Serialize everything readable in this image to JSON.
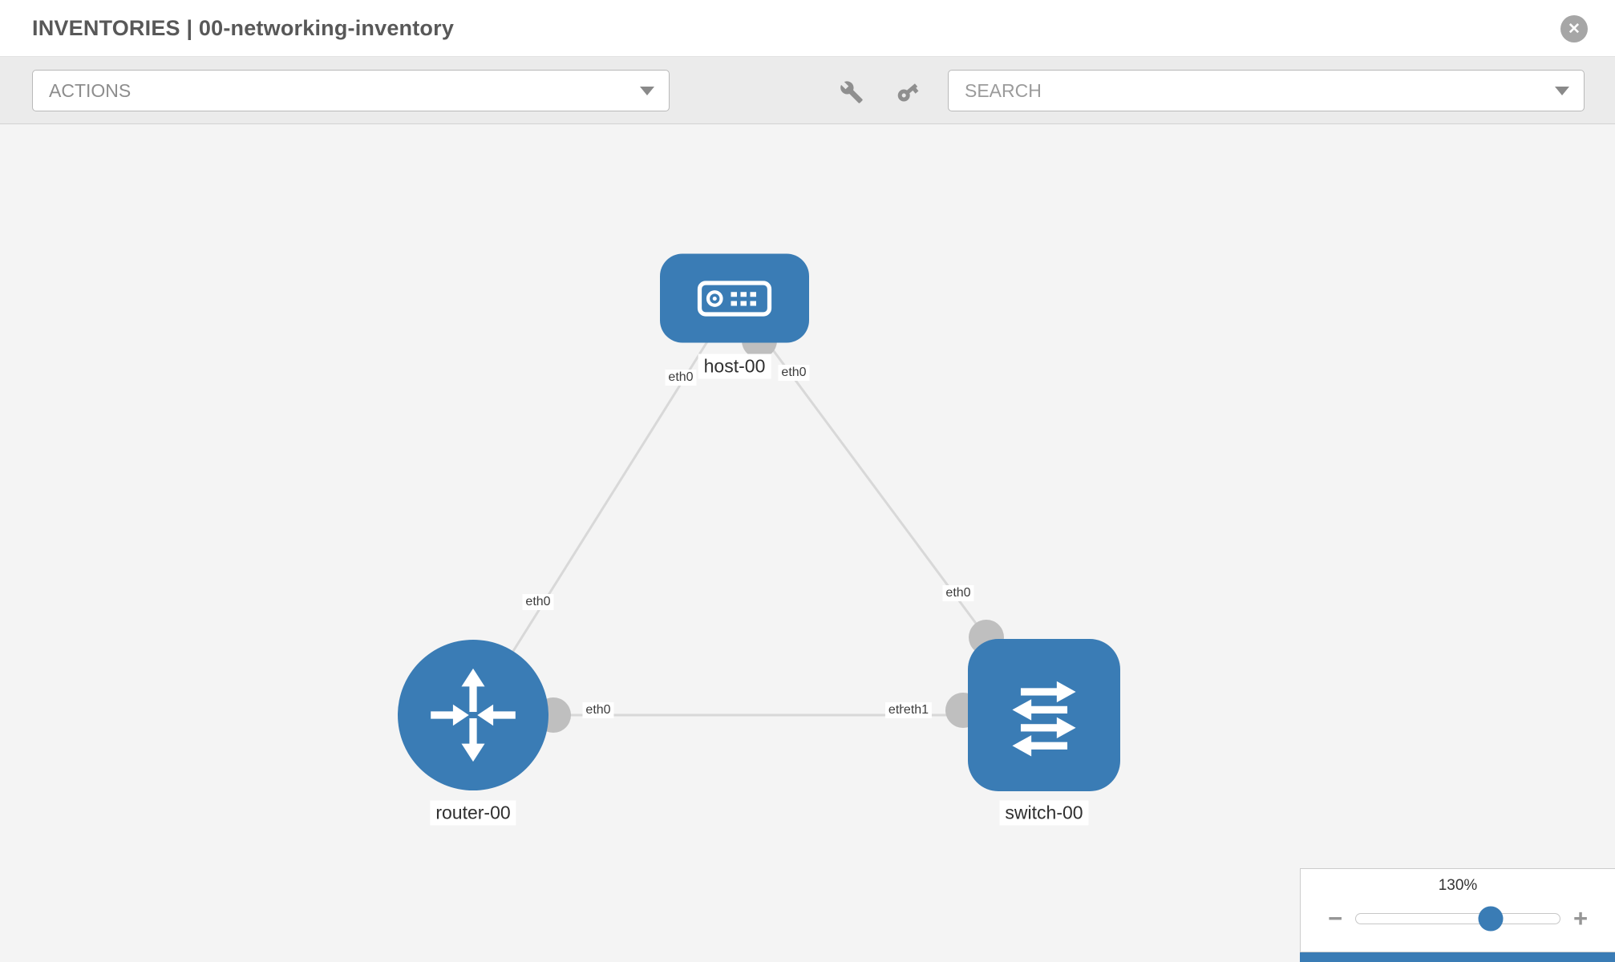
{
  "header": {
    "title": "INVENTORIES | 00-networking-inventory",
    "close_glyph": "✕"
  },
  "toolbar": {
    "actions_label": "ACTIONS",
    "search_placeholder": "SEARCH"
  },
  "topology": {
    "nodes": [
      {
        "label": "host-00",
        "type": "host"
      },
      {
        "label": "router-00",
        "type": "router"
      },
      {
        "label": "switch-00",
        "type": "switch"
      }
    ],
    "links": [
      {
        "from": "host-00",
        "to": "router-00",
        "from_interface": "eth0",
        "to_interface": "eth0"
      },
      {
        "from": "host-00",
        "to": "switch-00",
        "from_interface": "eth0",
        "to_interface": "eth0"
      },
      {
        "from": "router-00",
        "to": "switch-00",
        "from_interface": "eth0",
        "to_interface": "eth1",
        "to_interface_overlapped": "eth0"
      }
    ]
  },
  "zoom": {
    "level": "130%",
    "percent": 130,
    "zoom_out_label": "−",
    "zoom_in_label": "+"
  }
}
